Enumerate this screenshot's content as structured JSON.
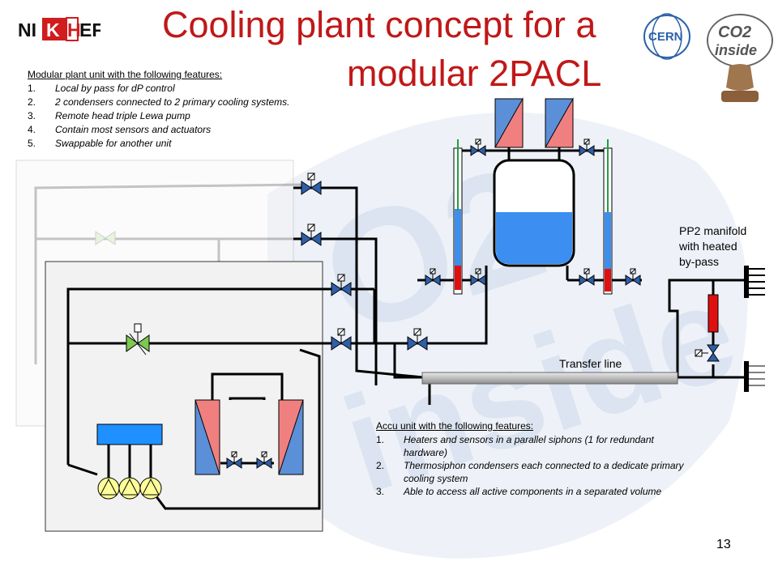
{
  "title": {
    "line1": "Cooling plant concept for a",
    "line2": "modular 2PACL"
  },
  "logos": {
    "nikhef": "NIKHEF",
    "cern": "CERN",
    "co2_inside_line1": "CO2",
    "co2_inside_line2": "inside"
  },
  "modular_unit": {
    "heading": "Modular plant unit with the following features:",
    "features": [
      {
        "num": "1.",
        "text": "Local by pass for dP control"
      },
      {
        "num": "2.",
        "text": "2 condensers connected to 2 primary cooling systems."
      },
      {
        "num": "3.",
        "text": "Remote head triple Lewa pump"
      },
      {
        "num": "4.",
        "text": "Contain most sensors and actuators"
      },
      {
        "num": "5.",
        "text": "Swappable for another unit"
      }
    ]
  },
  "accu_unit": {
    "heading": "Accu unit with the following features:",
    "features": [
      {
        "num": "1.",
        "text": "Heaters and sensors in a parallel siphons (1 for redundant hardware)"
      },
      {
        "num": "2.",
        "text": "Thermosiphon condensers each connected to a dedicate primary cooling system"
      },
      {
        "num": "3.",
        "text": "Able to access all active components in a separated volume"
      }
    ]
  },
  "labels": {
    "pp2_line1": "PP2 manifold",
    "pp2_line2": "with heated",
    "pp2_line3": "by-pass",
    "transfer_line": "Transfer line"
  },
  "page_number": "13",
  "colors": {
    "title_red": "#c01818",
    "condenser_red": "#f08080",
    "condenser_blue": "#5b8fd8",
    "liquid_blue": "#3c8ff0",
    "pump_yellow": "#ffff99",
    "valve_blue": "#2f5fa8",
    "valve_green": "#7ec850",
    "heater_red": "#e01010",
    "pump_head_blue": "#1e90ff"
  },
  "icons": [
    "nikhef-logo",
    "cern-logo",
    "co2-inside-logo",
    "valve-icon",
    "control-valve-icon",
    "pump-icon",
    "condenser-icon",
    "heater-icon"
  ]
}
